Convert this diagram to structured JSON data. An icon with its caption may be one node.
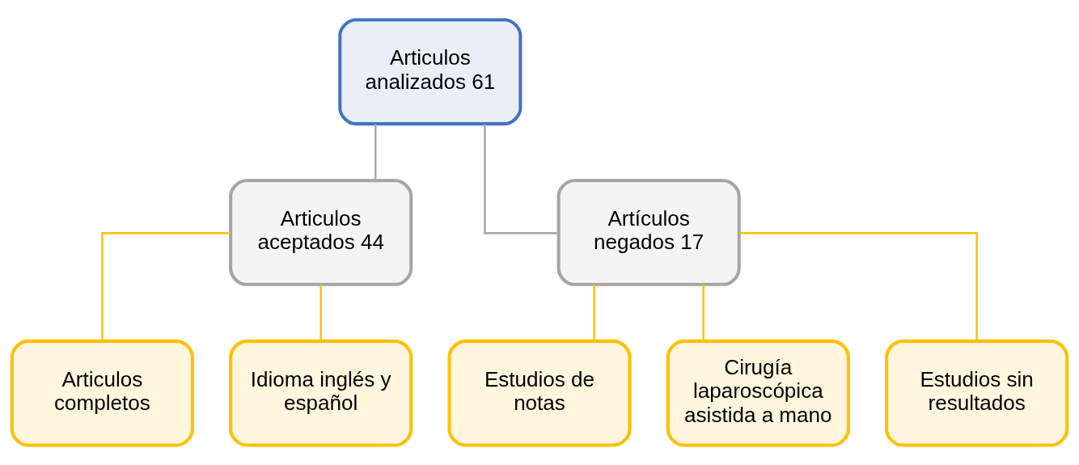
{
  "diagram": {
    "nodes": [
      {
        "text": [
          "Articulos analizados 61"
        ]
      },
      {
        "text": [
          "Articulos aceptados 44"
        ]
      },
      {
        "text": [
          "Artículos negados 17"
        ]
      },
      {
        "text": [
          "Articulos completos"
        ]
      },
      {
        "text": [
          "Idioma inglés y español"
        ]
      },
      {
        "text": [
          "Estudios de notas"
        ]
      },
      {
        "text": [
          "Cirugía laparoscópica asistida a mano"
        ]
      },
      {
        "text": [
          "Estudios sin resultados"
        ]
      }
    ],
    "edges": [
      {
        "from": 0,
        "to": 1,
        "arrow": "none",
        "color": "#a5a5a5"
      },
      {
        "from": 0,
        "to": 2,
        "arrow": "none",
        "color": "#a5a5a5"
      },
      {
        "from": 1,
        "to": 3,
        "arrow": "none"
      },
      {
        "from": 1,
        "to": 4,
        "arrow": "none"
      },
      {
        "from": 2,
        "to": 5,
        "arrow": "none"
      },
      {
        "from": 2,
        "to": 6,
        "arrow": "none"
      },
      {
        "from": 2,
        "to": 7,
        "arrow": "none"
      }
    ]
  }
}
